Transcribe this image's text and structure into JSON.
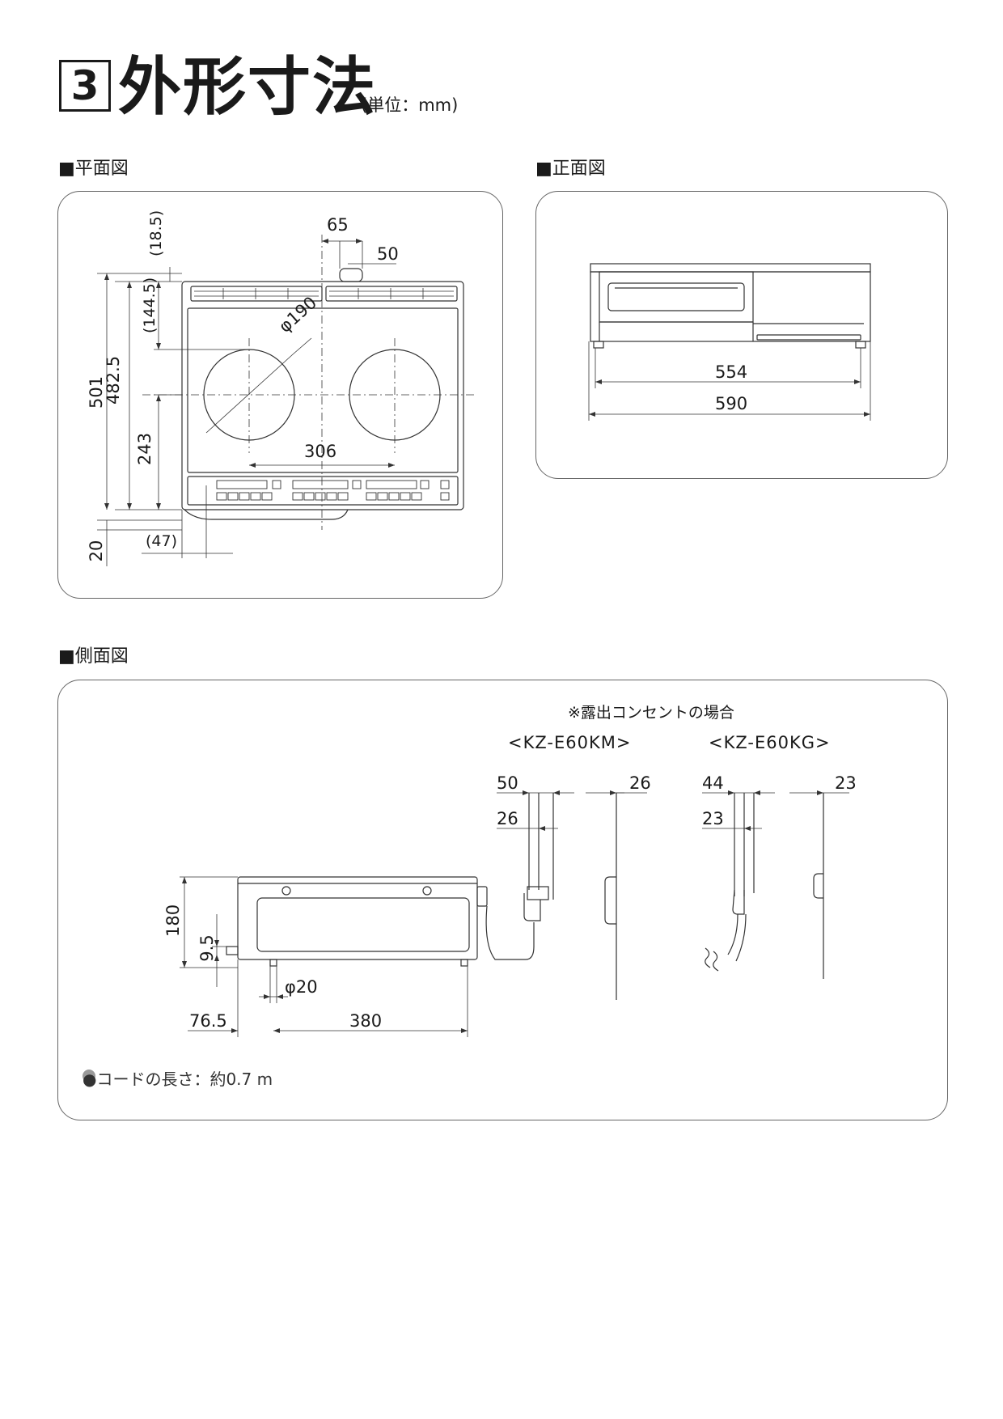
{
  "header": {
    "number": "3",
    "title": "外形寸法",
    "unit": "(単位：mm)"
  },
  "sections": {
    "plan": "■平面図",
    "front": "■正面図",
    "side": "■側面図"
  },
  "plan_dims": {
    "d18_5": "(18.5)",
    "d65": "65",
    "d50": "50",
    "d144_5": "(144.5)",
    "d501": "501",
    "d482_5": "482.5",
    "d243": "243",
    "d306": "306",
    "dphi190": "φ190",
    "d47": "(47)",
    "d20": "20"
  },
  "front_dims": {
    "d554": "554",
    "d590": "590"
  },
  "side_dims": {
    "note": "※露出コンセントの場合",
    "model_km": "<KZ-E60KM>",
    "model_kg": "<KZ-E60KG>",
    "km50": "50",
    "km26a": "26",
    "km26b": "26",
    "kg44": "44",
    "kg23a": "23",
    "kg23b": "23",
    "d180": "180",
    "d9_5": "9.5",
    "dphi20": "φ20",
    "d76_5": "76.5",
    "d380": "380",
    "cord": "●コードの長さ：約0.7 m"
  }
}
